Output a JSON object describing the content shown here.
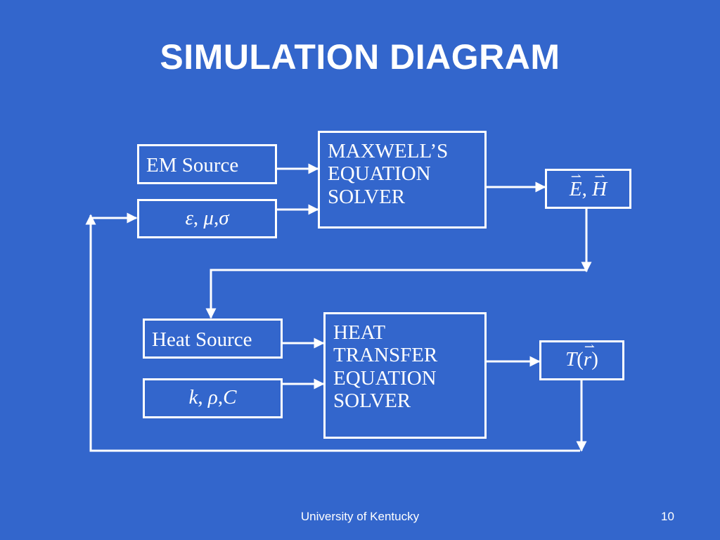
{
  "slide": {
    "title": "SIMULATION DIAGRAM",
    "footer_text": "University of Kentucky",
    "page_number": "10"
  },
  "blocks": {
    "em_source": "EM Source",
    "em_params": [
      "ε",
      "μ",
      "σ"
    ],
    "maxwell_solver": [
      "MAXWELL’S",
      "EQUATION",
      "SOLVER"
    ],
    "field_output": [
      "E",
      "H"
    ],
    "heat_source": "Heat Source",
    "heat_params": [
      "k",
      "ρ",
      "C"
    ],
    "heat_solver": [
      "HEAT",
      "TRANSFER",
      "EQUATION",
      "SOLVER"
    ],
    "temperature_output": [
      "T",
      "(",
      "r",
      ")"
    ]
  },
  "colors": {
    "background": "#3366cc",
    "foreground": "#ffffff"
  }
}
